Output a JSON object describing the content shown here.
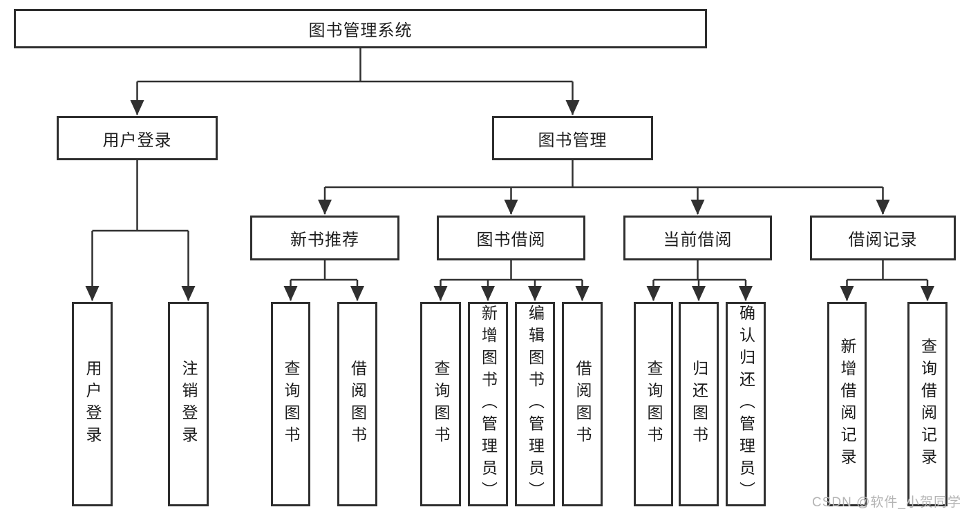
{
  "diagram": {
    "title": "图书管理系统",
    "type": "hierarchy-diagram",
    "colors": {
      "line": "#303030",
      "text": "#1c1c1c",
      "watermark": "#b4b4b4",
      "background": "#ffffff"
    },
    "nodes": {
      "root": "图书管理系统",
      "user_login": "用户登录",
      "book_mgmt": "图书管理",
      "new_book": "新书推荐",
      "borrow": "图书借阅",
      "current": "当前借阅",
      "records": "借阅记录",
      "leaf_login": "用户登录",
      "leaf_logout": "注销登录",
      "leaf_nb_query": "查询图书",
      "leaf_nb_borrow": "借阅图书",
      "leaf_bw_query": "查询图书",
      "leaf_bw_add": "新增图书（管理员）",
      "leaf_bw_edit": "编辑图书（管理员）",
      "leaf_bw_borrow": "借阅图书",
      "leaf_cur_query": "查询图书",
      "leaf_cur_return": "归还图书",
      "leaf_cur_confirm": "确认归还（管理员）",
      "leaf_rec_add": "新增借阅记录",
      "leaf_rec_query": "查询借阅记录"
    },
    "watermark": "CSDN @软件_小贺同学"
  }
}
